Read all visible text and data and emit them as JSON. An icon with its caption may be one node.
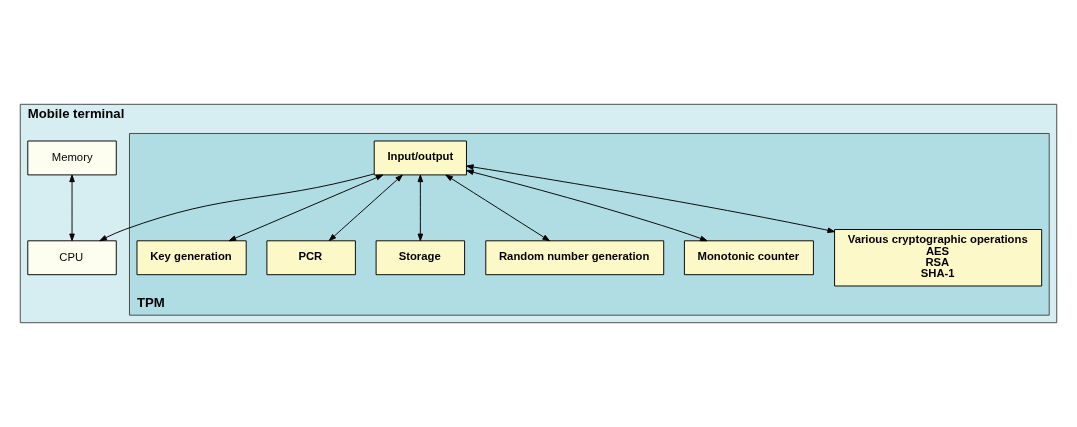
{
  "diagram": {
    "nodes": [
      {
        "text": [
          "Mobile terminal"
        ]
      },
      {
        "text": [
          "Memory"
        ],
        "in": 0
      },
      {
        "text": [
          "CPU"
        ],
        "in": 0
      },
      {
        "text": [
          "TPM"
        ],
        "in": 0
      },
      {
        "text": [
          "Key generation"
        ],
        "in": 3
      },
      {
        "text": [
          "PCR"
        ],
        "in": 3
      },
      {
        "text": [
          "Storage"
        ],
        "in": 3
      },
      {
        "text": [
          "Input/output"
        ],
        "in": 3
      },
      {
        "text": [
          "Random number generation"
        ],
        "in": 3
      },
      {
        "text": [
          "Monotonic counter"
        ],
        "in": 3
      },
      {
        "text": [
          "Various cryptographic operations",
          "AES",
          "RSA",
          "SHA-1"
        ],
        "in": 3
      }
    ],
    "edges": [
      {
        "from": 1,
        "to": 2,
        "arrow": "both"
      },
      {
        "from": 7,
        "to": 2,
        "arrow": "to"
      },
      {
        "from": 7,
        "to": 4,
        "arrow": "both"
      },
      {
        "from": 7,
        "to": 5,
        "arrow": "both"
      },
      {
        "from": 7,
        "to": 6,
        "arrow": "both"
      },
      {
        "from": 7,
        "to": 8,
        "arrow": "both"
      },
      {
        "from": 7,
        "to": 9,
        "arrow": "both"
      },
      {
        "from": 7,
        "to": 10,
        "arrow": "both"
      }
    ]
  }
}
